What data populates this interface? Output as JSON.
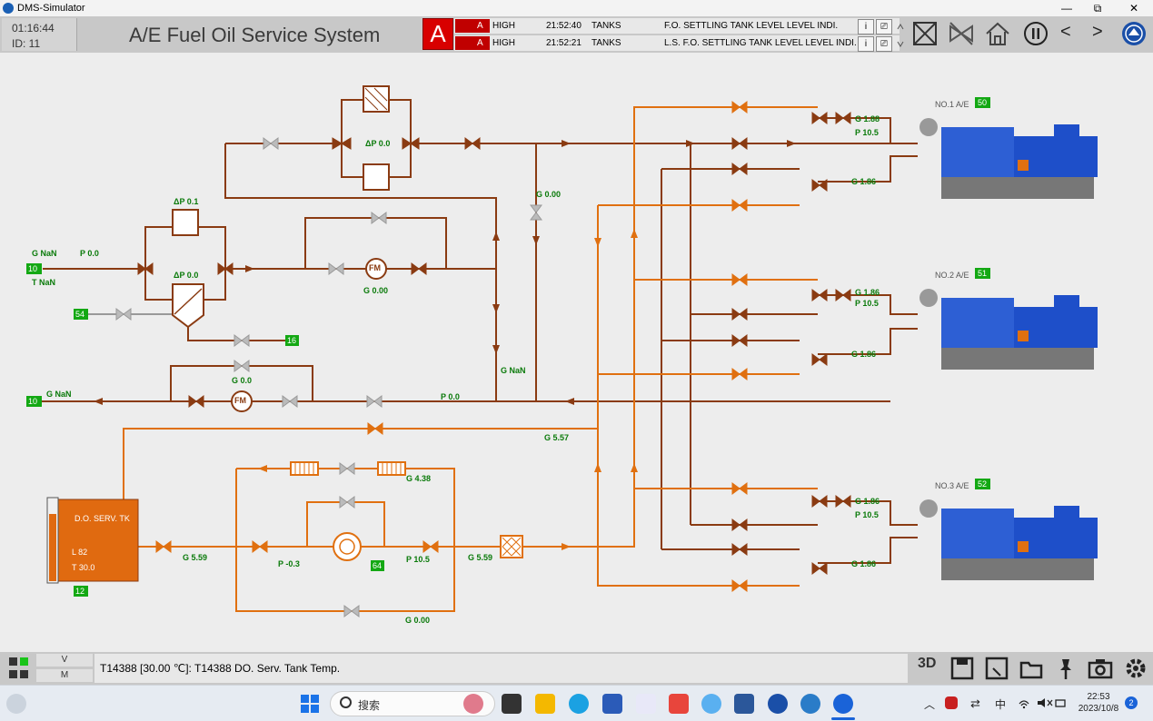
{
  "window": {
    "title": "DMS-Simulator",
    "minimize": "—",
    "restore": "⧉",
    "close": "✕"
  },
  "header": {
    "time": "01:16:44",
    "id": "ID:   11",
    "system_title": "A/E Fuel Oil Service System",
    "alarm_button": "A",
    "alarms": [
      {
        "ack": "A",
        "priority": "HIGH",
        "time": "21:52:40",
        "group": "TANKS",
        "message": "F.O. SETTLING TANK LEVEL LEVEL INDI."
      },
      {
        "ack": "A",
        "priority": "HIGH",
        "time": "21:52:21",
        "group": "TANKS",
        "message": "L.S. F.O. SETTLING TANK LEVEL LEVEL INDI."
      }
    ],
    "info_icon": "i",
    "ack_icon": "⎚",
    "nav_prev": "<",
    "nav_next": ">"
  },
  "diagram": {
    "inlet_label_g": "G NaN",
    "inlet_label_p": "P 0.0",
    "inlet_label_t": "T NaN",
    "inlet_tag": "10",
    "dp_top": "ΔP 0.0",
    "dp_mid": "ΔP 0.1",
    "dp_filter": "ΔP 0.0",
    "fm_top_g": "G 0.00",
    "tag_54": "54",
    "tag_16": "16",
    "return_g_top": "G 0.0",
    "return_label_g": "G NaN",
    "return_tag": "10",
    "return_p": "P 0.0",
    "vert_g": "G 0.00",
    "vert_g2": "G NaN",
    "g_557": "G 5.57",
    "tank_name": "D.O.  SERV. TK",
    "tank_level": "L 82",
    "tank_temp": "T 30.0",
    "tank_tag": "12",
    "pump_out_g": "G 5.59",
    "pump_p_in": "P -0.3",
    "pump_tag": "64",
    "pump_p_out": "P 10.5",
    "heater_g": "G 4.38",
    "strainer_g": "G 5.59",
    "bypass_g": "G 0.00",
    "fm_label": "FM",
    "engines": [
      {
        "name": "NO.1 A/E",
        "tag": "50",
        "g_in": "G 1.88",
        "p_in": "P 10.5",
        "g_out": "G 1.86"
      },
      {
        "name": "NO.2 A/E",
        "tag": "51",
        "g_in": "G 1.86",
        "p_in": "P 10.5",
        "g_out": "G 1.86"
      },
      {
        "name": "NO.3 A/E",
        "tag": "52",
        "g_in": "G 1.86",
        "p_in": "P 10.5",
        "g_out": "G 1.86"
      }
    ]
  },
  "status": {
    "v_label": "V",
    "m_label": "M",
    "message": "T14388 [30.00 ℃]: T14388 DO. Serv. Tank Temp.",
    "label_3d": "3D"
  },
  "taskbar": {
    "search_placeholder": "搜索",
    "ime": "中",
    "time": "22:53",
    "date": "2023/10/8",
    "notifications": "2"
  },
  "colors": {
    "pipe_brown": "#8a3b12",
    "pipe_orange": "#e07010",
    "tag_green": "#13a813",
    "label_green": "#0a7a0a",
    "engine_blue": "#1e4fc9",
    "alarm_red": "#d80000"
  }
}
